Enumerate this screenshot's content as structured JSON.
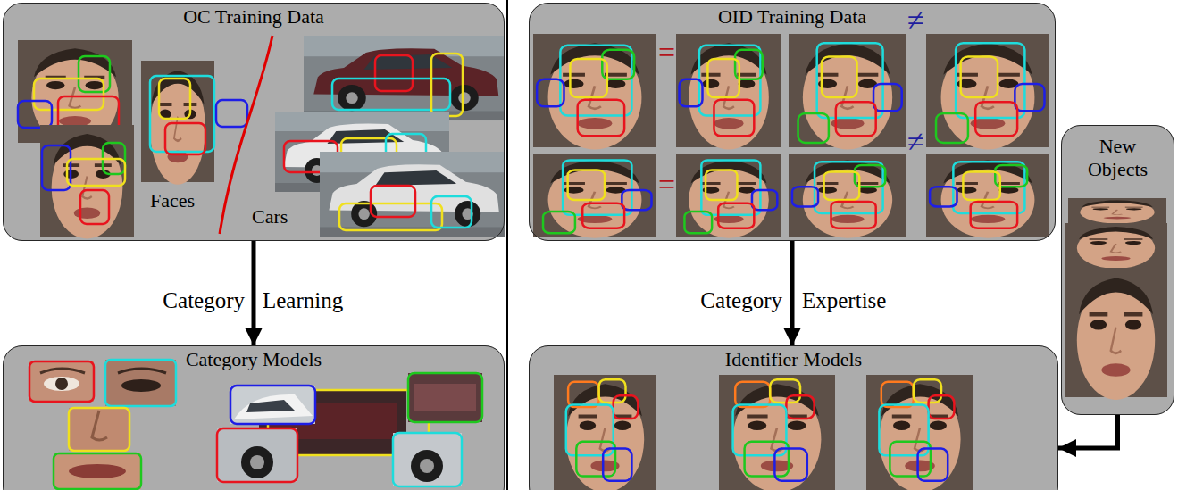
{
  "diagram": {
    "nodes": [
      {
        "text": [
          "OC Training Data"
        ]
      },
      {
        "text": [
          "Category Models"
        ]
      },
      {
        "text": [
          "OID Training Data"
        ]
      },
      {
        "text": [
          "Identifier Models"
        ]
      },
      {
        "text": [
          "New Objects"
        ]
      }
    ],
    "edges": [
      {
        "from": 0,
        "to": 1,
        "arrow": "to"
      },
      {
        "from": 2,
        "to": 3,
        "arrow": "to"
      },
      {
        "from": 4,
        "to": 3,
        "arrow": "to"
      }
    ],
    "labels": [
      "Faces",
      "Cars",
      "Category",
      "Learning",
      "=",
      "≠",
      "=",
      "≠",
      "Category",
      "Expertise"
    ]
  }
}
